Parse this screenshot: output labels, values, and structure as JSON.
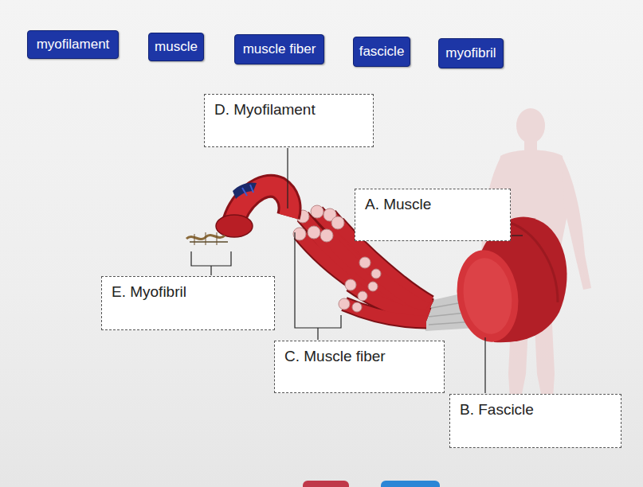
{
  "diagram": {
    "nodes": [
      {
        "text": [
          "myofilament"
        ]
      },
      {
        "text": [
          "muscle"
        ]
      },
      {
        "text": [
          "muscle fiber"
        ]
      },
      {
        "text": [
          "fascicle"
        ]
      },
      {
        "text": [
          "myofibril"
        ]
      },
      {
        "text": [
          "D. Myofilament"
        ]
      },
      {
        "text": [
          "A. Muscle"
        ]
      },
      {
        "text": [
          "E. Myofibril"
        ]
      },
      {
        "text": [
          "C. Muscle fiber"
        ]
      },
      {
        "text": [
          "B. Fascicle"
        ]
      }
    ]
  }
}
